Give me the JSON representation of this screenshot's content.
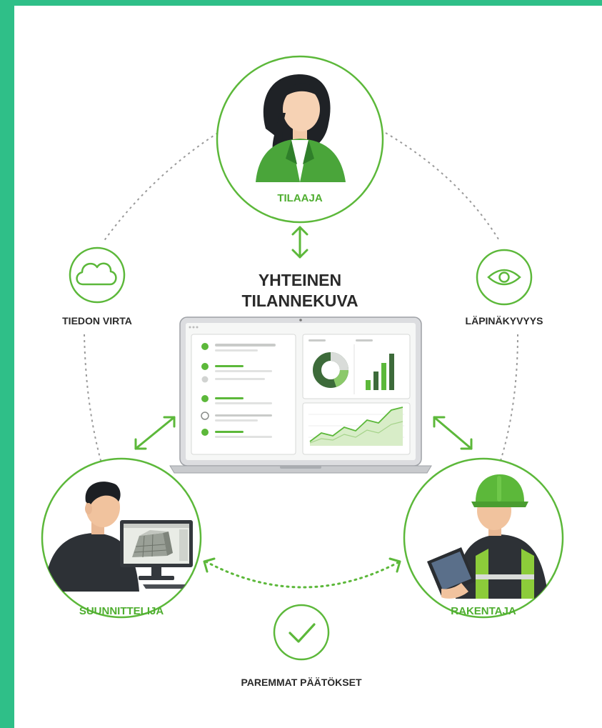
{
  "colors": {
    "border": "#2fbf88",
    "background": "#ffffff",
    "accent_green": "#5cb83a",
    "dark_green": "#3d6b3a",
    "text_dark": "#2a2a2a",
    "label_green": "#4fae30",
    "dotted_line": "#9a9a9a"
  },
  "title": {
    "line1": "YHTEINEN",
    "line2": "TILANNEKUVA"
  },
  "roles": {
    "top": {
      "label": "TILAAJA",
      "icon": "businesswoman-avatar"
    },
    "left": {
      "label": "SUUNNITTELIJA",
      "icon": "designer-at-computer"
    },
    "right": {
      "label": "RAKENTAJA",
      "icon": "construction-worker-with-tablet"
    }
  },
  "benefits": {
    "left": {
      "label": "TIEDON VIRTA",
      "icon": "cloud-icon"
    },
    "right": {
      "label": "LÄPINÄKYVYYS",
      "icon": "eye-icon"
    },
    "bottom": {
      "label": "PAREMMAT PÄÄTÖKSET",
      "icon": "checkmark-icon"
    }
  },
  "laptop": {
    "icon": "laptop-dashboard",
    "widgets": [
      "task-list-panel",
      "donut-chart-panel",
      "bar-chart-panel",
      "area-chart-panel"
    ]
  }
}
